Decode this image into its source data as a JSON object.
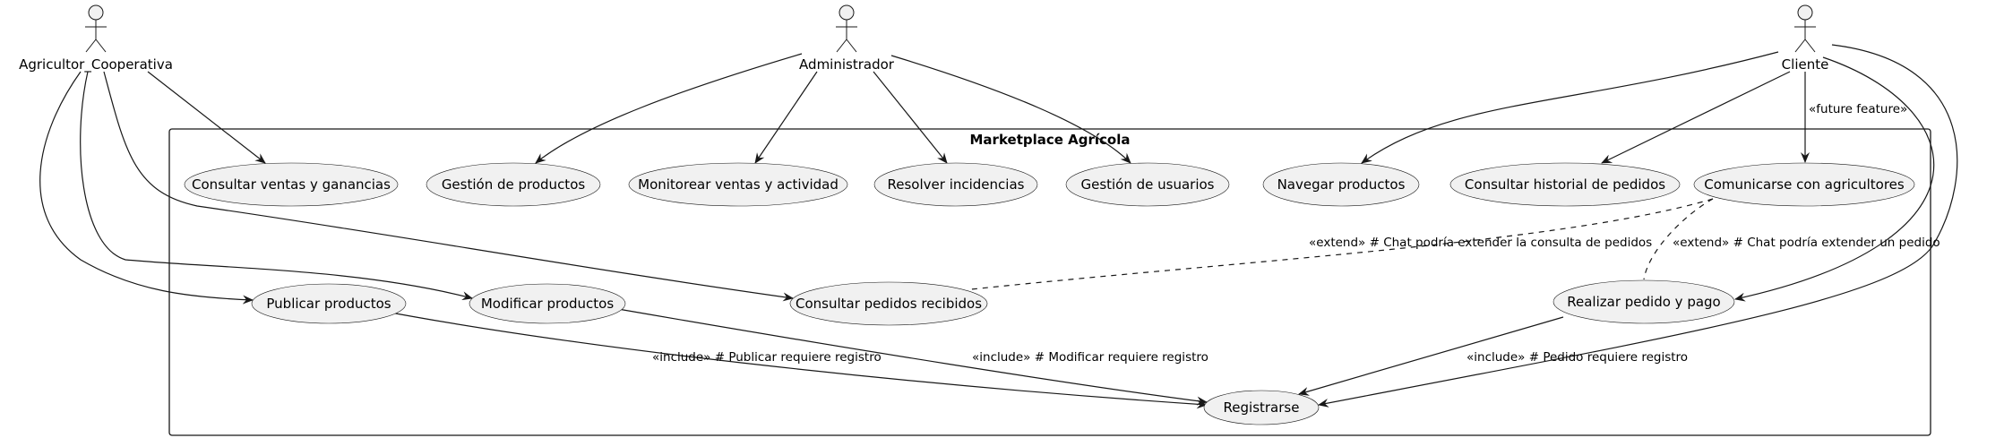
{
  "system": {
    "title": "Marketplace Agrícola"
  },
  "actors": {
    "agricultor": "Agricultor_Cooperativa",
    "administrador": "Administrador",
    "cliente": "Cliente"
  },
  "use_cases": {
    "consultar_ventas": "Consultar ventas y ganancias",
    "gestion_productos": "Gestión de productos",
    "monitorear": "Monitorear ventas y actividad",
    "resolver": "Resolver incidencias",
    "gestion_usuarios": "Gestión de usuarios",
    "navegar": "Navegar productos",
    "historial": "Consultar historial de pedidos",
    "comunicarse": "Comunicarse con agricultores",
    "publicar": "Publicar productos",
    "modificar": "Modificar productos",
    "pedidos_recibidos": "Consultar pedidos recibidos",
    "realizar_pedido": "Realizar pedido y pago",
    "registrarse": "Registrarse"
  },
  "relation_labels": {
    "future_feature": "«future feature»",
    "extend_pedidos": "«extend»    # Chat podría extender la consulta de pedidos",
    "extend_pedido": "«extend»    # Chat podría extender un pedido",
    "include_publicar": "«include»  # Publicar requiere registro",
    "include_modificar": "«include»  # Modificar requiere registro",
    "include_pedido": "«include»  # Pedido requiere registro"
  }
}
